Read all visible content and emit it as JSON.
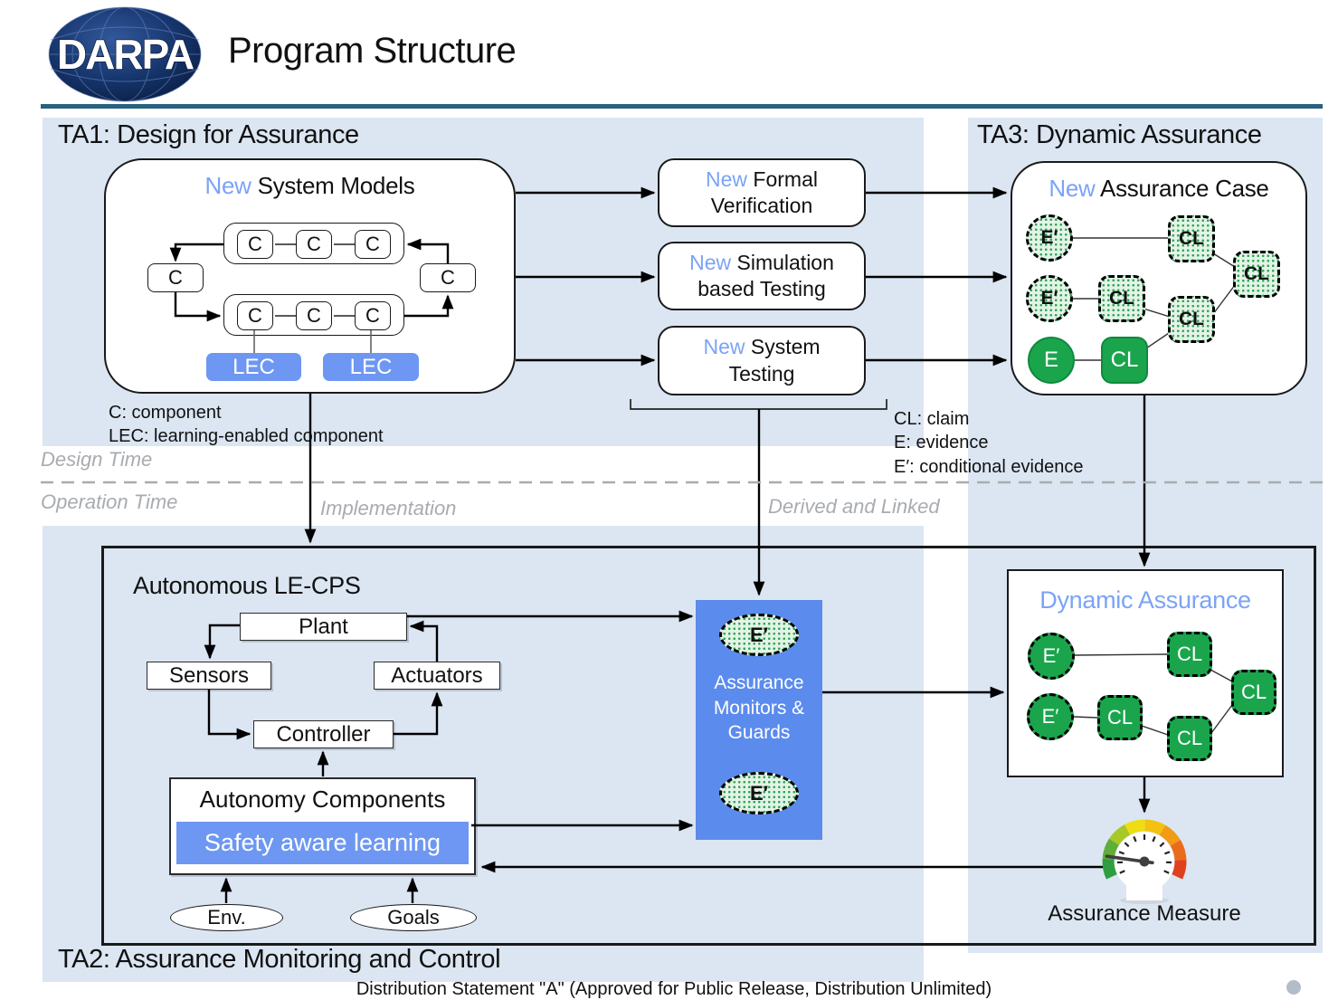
{
  "header": {
    "logo": "DARPA",
    "title": "Program Structure"
  },
  "sections": {
    "ta1": "TA1: Design for Assurance",
    "ta2": "TA2: Assurance Monitoring and Control",
    "ta3": "TA3: Dynamic Assurance"
  },
  "system_models": {
    "highlight": "New",
    "title": "System Models",
    "component": "C",
    "lec": "LEC",
    "legend_c": "C: component",
    "legend_lec": "LEC: learning-enabled component"
  },
  "pipeline": [
    {
      "highlight": "New",
      "title": "Formal Verification"
    },
    {
      "highlight": "New",
      "title": "Simulation based Testing"
    },
    {
      "highlight": "New",
      "title": "System Testing"
    }
  ],
  "assurance_case": {
    "highlight": "New",
    "title": "Assurance Case",
    "legend_cl": "CL: claim",
    "legend_e": "E: evidence",
    "legend_ep": "E′: conditional evidence"
  },
  "nodes": {
    "e": "E",
    "ep": "E′",
    "cl": "CL"
  },
  "timeline": {
    "design": "Design Time",
    "operation": "Operation Time",
    "implementation": "Implementation",
    "derived": "Derived and Linked"
  },
  "lecps": {
    "title": "Autonomous LE-CPS",
    "plant": "Plant",
    "sensors": "Sensors",
    "actuators": "Actuators",
    "controller": "Controller",
    "autonomy_title": "Autonomy Components",
    "learning": "Safety aware learning",
    "env": "Env.",
    "goals": "Goals"
  },
  "monitors": {
    "lines": [
      "Assurance",
      "Monitors &",
      "Guards"
    ]
  },
  "dynamic_assurance": {
    "title": "Dynamic Assurance"
  },
  "measure": {
    "label": "Assurance Measure"
  },
  "footer": {
    "distribution": "Distribution Statement \"A\" (Approved for Public Release, Distribution Unlimited)"
  },
  "colors": {
    "band": "#dbe6f2",
    "rule": "#26617f",
    "new_text": "#7ba3f7",
    "lec_blue": "#6d97f2",
    "monitor_blue": "#5b8bed",
    "solid_green": "#1aa54d",
    "dot_green": "#2ca455"
  }
}
